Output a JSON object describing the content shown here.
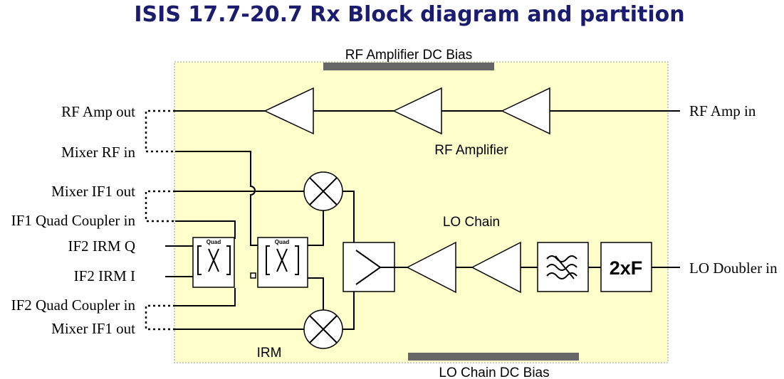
{
  "title": "ISIS 17.7-20.7 Rx Block diagram and partition",
  "sections": {
    "rf_dc_bias": "RF Amplifier DC Bias",
    "rf_amplifier": "RF Amplifier",
    "lo_chain": "LO Chain",
    "irm": "IRM",
    "lo_dc_bias": "LO Chain DC Bias"
  },
  "ports": {
    "rf_amp_out": "RF Amp out",
    "mixer_rf_in": "Mixer RF in",
    "mixer_if1_out_top": "Mixer IF1 out",
    "if1_quad_coupler_in": "IF1 Quad Coupler in",
    "if2_irm_q": "IF2 IRM Q",
    "if2_irm_i": "IF2 IRM I",
    "if2_quad_coupler_in": "IF2 Quad Coupler in",
    "mixer_if1_out_bottom": "Mixer IF1 out",
    "rf_amp_in": "RF Amp in",
    "lo_doubler_in": "LO Doubler in"
  },
  "blocks": {
    "quad_label_1": "Quad",
    "quad_label_2": "Quad",
    "doubler_label": "2xF"
  },
  "colors": {
    "title": "#1c1c6e",
    "panel_fill": "#ffffcc",
    "bias_bar": "#666666"
  }
}
